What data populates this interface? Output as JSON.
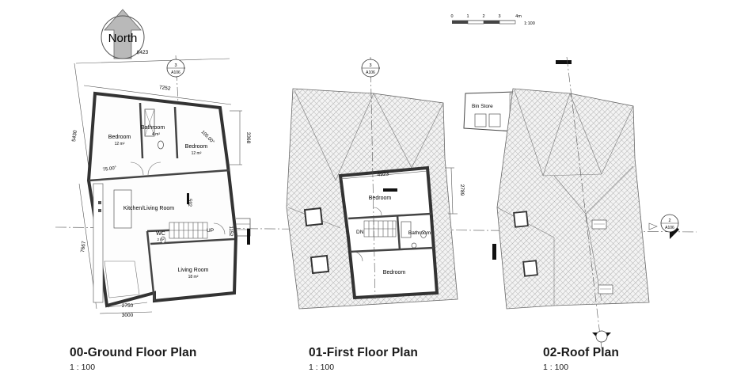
{
  "north": {
    "label": "North"
  },
  "scale_bar": {
    "ticks": [
      "0",
      "1",
      "2",
      "3",
      "4m"
    ],
    "ratio": "1:100"
  },
  "section_markers": {
    "top_ground": {
      "number": "3",
      "sheet": "A106"
    },
    "top_first": {
      "number": "3",
      "sheet": "A106"
    },
    "right_roof": {
      "number": "2",
      "sheet": "A106"
    }
  },
  "ground_floor": {
    "title": "00-Ground Floor Plan",
    "scale": "1 : 100",
    "rooms": {
      "bedroom_left": {
        "name": "Bedroom",
        "area": "12 m²"
      },
      "bathroom": {
        "name": "Bathroom",
        "area": "4 m²"
      },
      "bedroom_right": {
        "name": "Bedroom",
        "area": "12 m²"
      },
      "kitchen": {
        "name": "Kitchen/Living Room"
      },
      "wc": {
        "name": "WC",
        "area": "2 m²"
      },
      "living": {
        "name": "Living Room",
        "area": "18 m²"
      }
    },
    "labels": {
      "up": "UP"
    },
    "angles": {
      "a1": "75.00°",
      "a2": "105.00°"
    },
    "dims": {
      "d8423": "8423",
      "d7252": "7252",
      "d5430": "5430",
      "d3368": "3368",
      "d7667": "7667",
      "d2750": "2750",
      "d3000": "3000",
      "d1152": "1152",
      "d3592": "592"
    }
  },
  "first_floor": {
    "title": "01-First Floor Plan",
    "scale": "1 : 100",
    "rooms": {
      "bedroom_top": {
        "name": "Bedroom"
      },
      "bathroom": {
        "name": "Bathroom"
      },
      "bedroom_bottom": {
        "name": "Bedroom"
      }
    },
    "labels": {
      "dn": "DN"
    },
    "dims": {
      "d4923": "4923",
      "d2789": "2789"
    }
  },
  "roof": {
    "title": "02-Roof Plan",
    "scale": "1 : 100",
    "bin_store": "Bin Store"
  }
}
